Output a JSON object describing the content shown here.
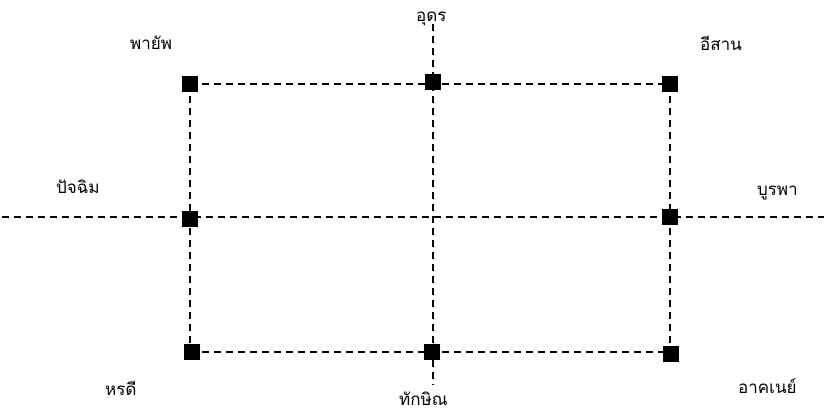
{
  "directions": {
    "northwest": "พายัพ",
    "north": "อุดร",
    "northeast": "อีสาน",
    "west": "ปัจฉิม",
    "east": "บูรพา",
    "southwest": "หรดี",
    "south": "ทักษิณ",
    "southeast": "อาคเนย์"
  },
  "colors": {
    "line": "#000000",
    "marker": "#000000",
    "background": "#ffffff"
  }
}
